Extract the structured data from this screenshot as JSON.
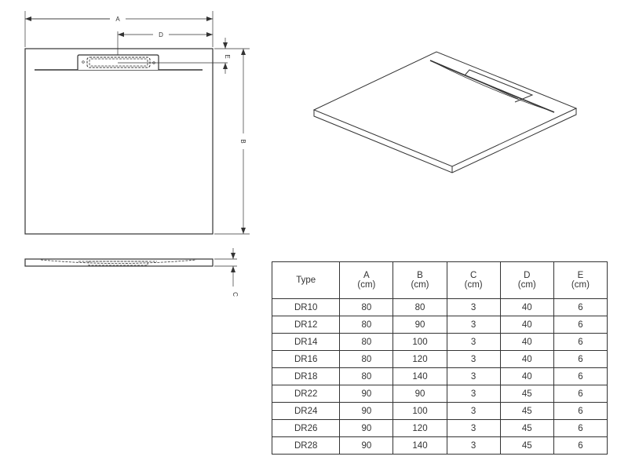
{
  "drawing": {
    "top_view": {
      "dim_labels": {
        "A": "A",
        "B": "B",
        "D": "D",
        "E": "E"
      }
    },
    "side_view": {
      "dim_labels": {
        "C": "C"
      }
    },
    "iso_view": {
      "description": "isometric shower tray with linear drain"
    }
  },
  "table": {
    "headers": [
      {
        "name": "Type",
        "unit": ""
      },
      {
        "name": "A",
        "unit": "(cm)"
      },
      {
        "name": "B",
        "unit": "(cm)"
      },
      {
        "name": "C",
        "unit": "(cm)"
      },
      {
        "name": "D",
        "unit": "(cm)"
      },
      {
        "name": "E",
        "unit": "(cm)"
      }
    ],
    "rows": [
      [
        "DR10",
        "80",
        "80",
        "3",
        "40",
        "6"
      ],
      [
        "DR12",
        "80",
        "90",
        "3",
        "40",
        "6"
      ],
      [
        "DR14",
        "80",
        "100",
        "3",
        "40",
        "6"
      ],
      [
        "DR16",
        "80",
        "120",
        "3",
        "40",
        "6"
      ],
      [
        "DR18",
        "80",
        "140",
        "3",
        "40",
        "6"
      ],
      [
        "DR22",
        "90",
        "90",
        "3",
        "45",
        "6"
      ],
      [
        "DR24",
        "90",
        "100",
        "3",
        "45",
        "6"
      ],
      [
        "DR26",
        "90",
        "120",
        "3",
        "45",
        "6"
      ],
      [
        "DR28",
        "90",
        "140",
        "3",
        "45",
        "6"
      ]
    ]
  }
}
